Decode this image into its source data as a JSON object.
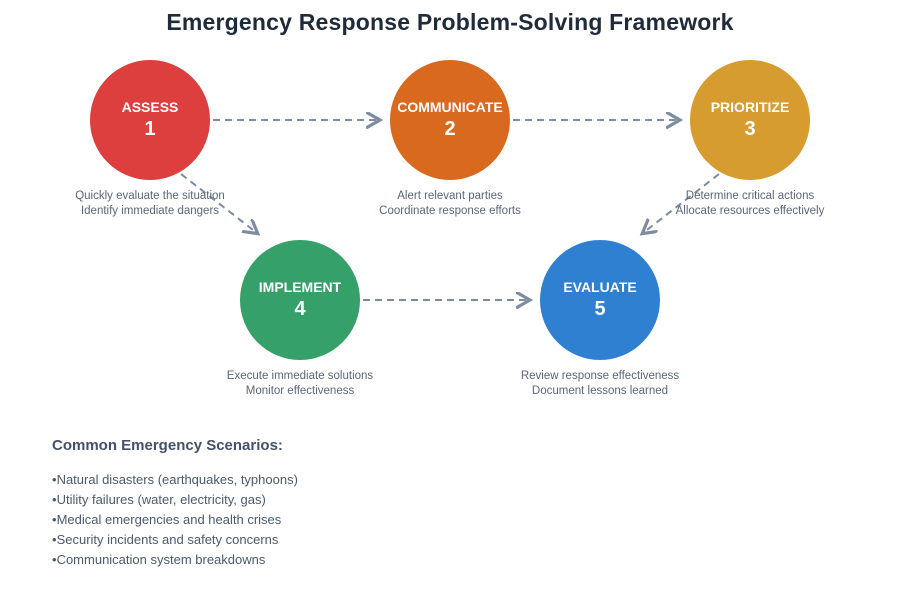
{
  "title": "Emergency Response Problem-Solving Framework",
  "steps": [
    {
      "label": "ASSESS",
      "number": "1",
      "color": "#dd3e3e",
      "caption_line1": "Quickly evaluate the situation",
      "caption_line2": "Identify immediate dangers"
    },
    {
      "label": "COMMUNICATE",
      "number": "2",
      "color": "#d9691f",
      "caption_line1": "Alert relevant parties",
      "caption_line2": "Coordinate response efforts"
    },
    {
      "label": "PRIORITIZE",
      "number": "3",
      "color": "#d69c2f",
      "caption_line1": "Determine critical actions",
      "caption_line2": "Allocate resources effectively"
    },
    {
      "label": "IMPLEMENT",
      "number": "4",
      "color": "#35a069",
      "caption_line1": "Execute immediate solutions",
      "caption_line2": "Monitor effectiveness"
    },
    {
      "label": "EVALUATE",
      "number": "5",
      "color": "#2f80d0",
      "caption_line1": "Review response effectiveness",
      "caption_line2": "Document lessons learned"
    }
  ],
  "connectors": [
    {
      "from": "ASSESS",
      "to": "COMMUNICATE",
      "style": "dashed-arrow"
    },
    {
      "from": "COMMUNICATE",
      "to": "PRIORITIZE",
      "style": "dashed-arrow"
    },
    {
      "from": "ASSESS",
      "to": "IMPLEMENT",
      "style": "dashed-arrow"
    },
    {
      "from": "PRIORITIZE",
      "to": "EVALUATE",
      "style": "dashed-arrow"
    },
    {
      "from": "IMPLEMENT",
      "to": "EVALUATE",
      "style": "dashed-arrow"
    }
  ],
  "scenarios": {
    "heading": "Common Emergency Scenarios:",
    "items": [
      "Natural disasters (earthquakes, typhoons)",
      "Utility failures (water, electricity, gas)",
      "Medical emergencies and health crises",
      "Security incidents and safety concerns",
      "Communication system breakdowns"
    ]
  },
  "colors": {
    "background": "#ffffff",
    "title_text": "#1f2a3a",
    "caption_text": "#5b6678",
    "connector": "#7e8ca0",
    "scenarios_heading_text": "#44516b",
    "scenarios_item_text": "#4c596c",
    "step_text": "#ffffff"
  }
}
